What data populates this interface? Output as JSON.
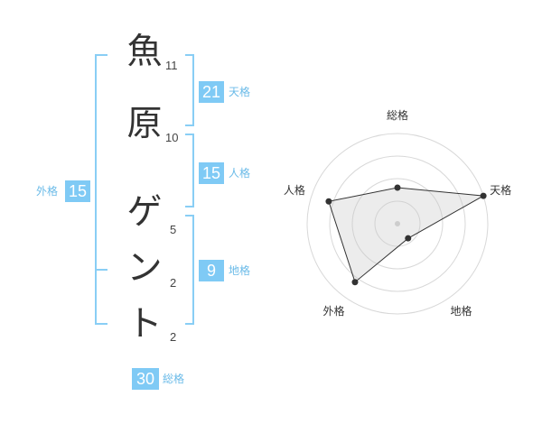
{
  "name": {
    "characters": [
      {
        "char": "魚",
        "strokes": "11"
      },
      {
        "char": "原",
        "strokes": "10"
      },
      {
        "char": "ゲ",
        "strokes": "5"
      },
      {
        "char": "ン",
        "strokes": "2"
      },
      {
        "char": "ト",
        "strokes": "2"
      }
    ]
  },
  "fortunes": {
    "tenkaku": {
      "value": "21",
      "label": "天格"
    },
    "jinkaku": {
      "value": "15",
      "label": "人格"
    },
    "chikaku": {
      "value": "9",
      "label": "地格"
    },
    "gaikaku": {
      "value": "15",
      "label": "外格"
    },
    "soukaku": {
      "value": "30",
      "label": "総格"
    }
  },
  "colors": {
    "accent": "#7fcaf5",
    "bracket": "#89cef5",
    "text": "#333333"
  },
  "chart_data": {
    "type": "radar",
    "axes": [
      "総格",
      "天格",
      "地格",
      "外格",
      "人格"
    ],
    "values": [
      2,
      5,
      1,
      4,
      4
    ],
    "range": [
      0,
      5
    ],
    "rings": 4,
    "grid": true
  }
}
